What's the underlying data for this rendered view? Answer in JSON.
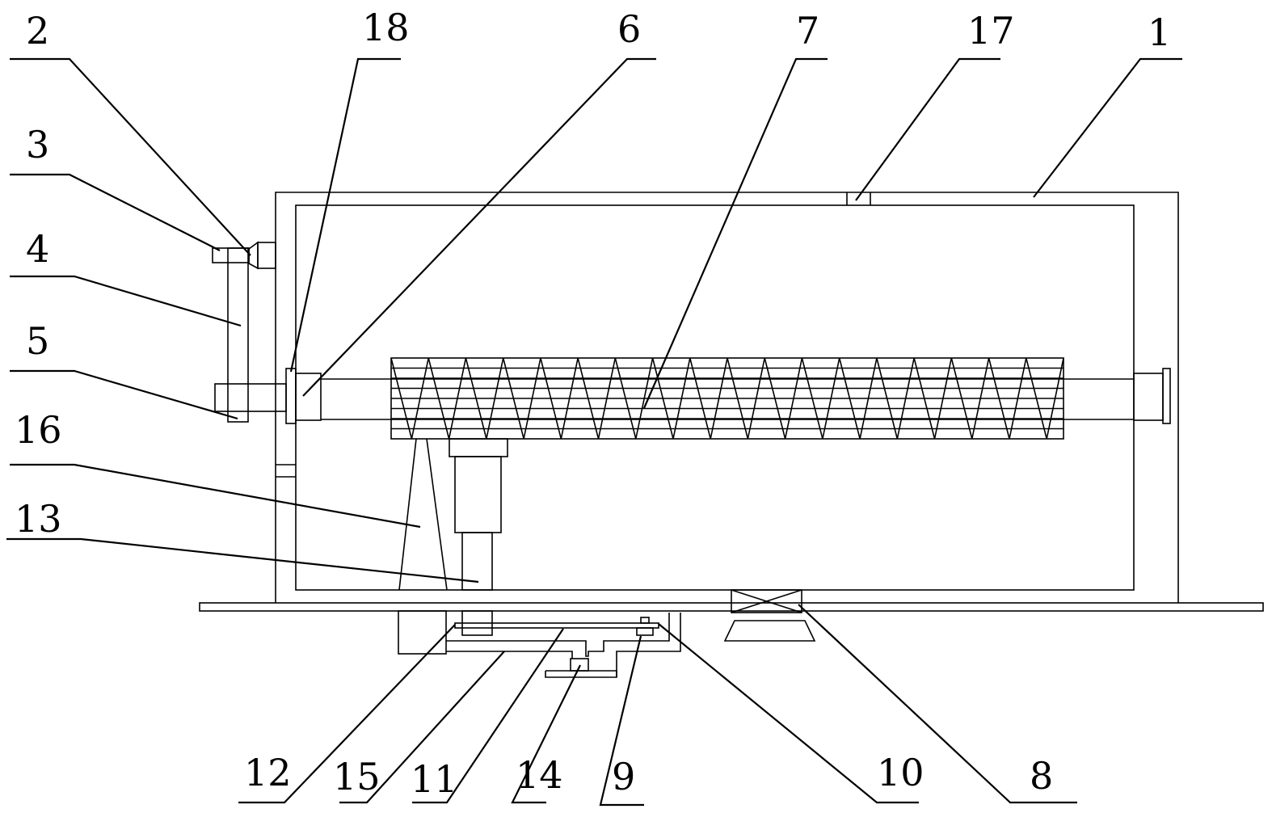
{
  "figure": {
    "type": "patent mechanical drawing",
    "line_color": "#000000",
    "background": "#ffffff"
  },
  "labels": {
    "n1": "1",
    "n2": "2",
    "n3": "3",
    "n4": "4",
    "n5": "5",
    "n6": "6",
    "n7": "7",
    "n8": "8",
    "n9": "9",
    "n10": "10",
    "n11": "11",
    "n12": "12",
    "n13": "13",
    "n14": "14",
    "n15": "15",
    "n16": "16",
    "n17": "17",
    "n18": "18"
  },
  "screw": {
    "flight_peaks": 18
  }
}
